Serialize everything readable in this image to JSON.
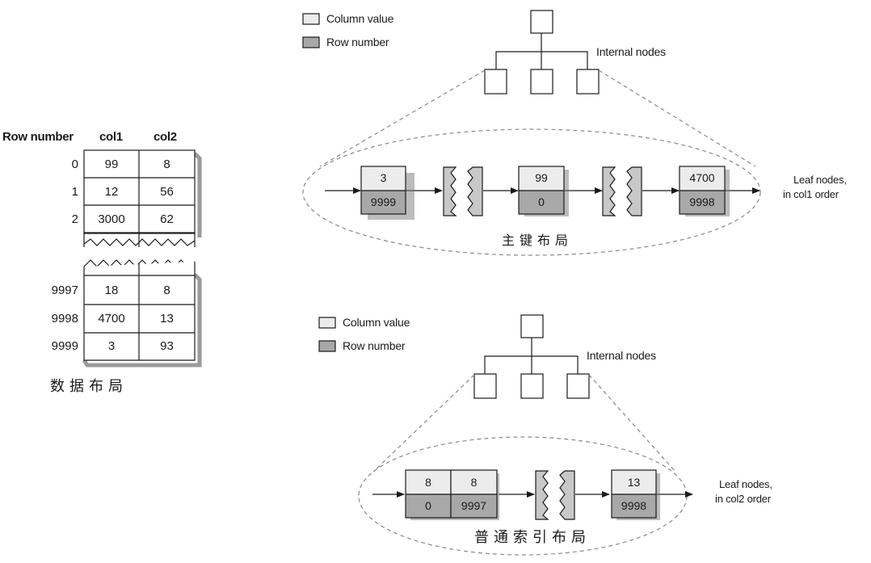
{
  "data_layout": {
    "header": {
      "row_number": "Row number",
      "col1": "col1",
      "col2": "col2"
    },
    "rows_top": [
      {
        "row": "0",
        "col1": "99",
        "col2": "8"
      },
      {
        "row": "1",
        "col1": "12",
        "col2": "56"
      },
      {
        "row": "2",
        "col1": "3000",
        "col2": "62"
      }
    ],
    "rows_bottom": [
      {
        "row": "9997",
        "col1": "18",
        "col2": "8"
      },
      {
        "row": "9998",
        "col1": "4700",
        "col2": "13"
      },
      {
        "row": "9999",
        "col1": "3",
        "col2": "93"
      }
    ],
    "caption": "数据布局"
  },
  "primary_index": {
    "legend": {
      "column_value": "Column value",
      "row_number": "Row number"
    },
    "internal_label": "Internal nodes",
    "leaves": [
      {
        "value": "3",
        "row": "9999"
      },
      {
        "value": "99",
        "row": "0"
      },
      {
        "value": "4700",
        "row": "9998"
      }
    ],
    "leaf_label_1": "Leaf nodes,",
    "leaf_label_2": "in col1 order",
    "caption": "主键布局"
  },
  "secondary_index": {
    "legend": {
      "column_value": "Column value",
      "row_number": "Row number"
    },
    "internal_label": "Internal nodes",
    "leaf_group": [
      {
        "value": "8",
        "row": "0"
      },
      {
        "value": "8",
        "row": "9997"
      }
    ],
    "leaf_last": {
      "value": "13",
      "row": "9998"
    },
    "leaf_label_1": "Leaf nodes,",
    "leaf_label_2": "in col2 order",
    "caption": "普通索引布局"
  },
  "colors": {
    "column_value_fill": "#ececec",
    "row_number_fill": "#a8a8a8",
    "stroke": "#1a1a1a",
    "dashed": "#8a8a8a"
  }
}
